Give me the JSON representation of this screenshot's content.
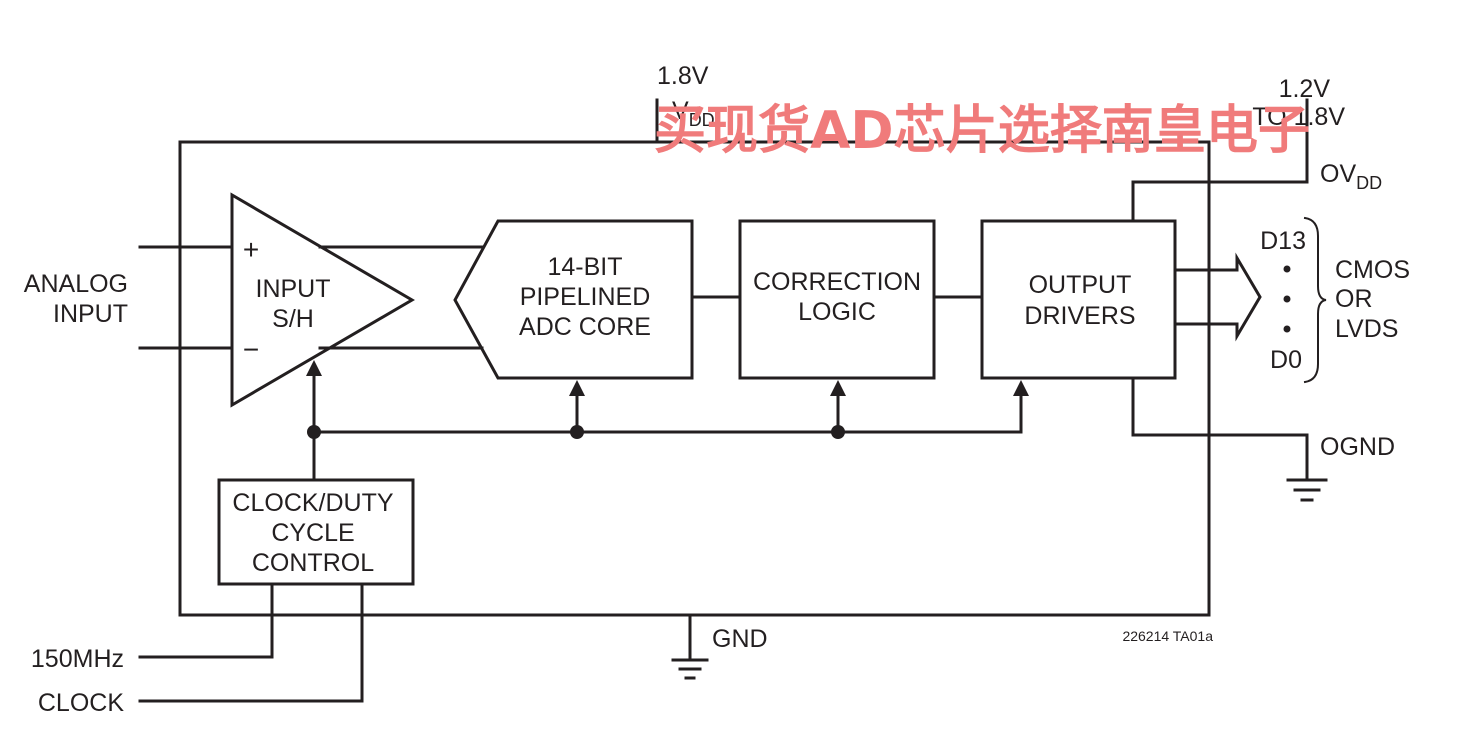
{
  "supply": {
    "vdd_voltage": "1.8V",
    "vdd_name": "V",
    "vdd_sub": "DD",
    "ovdd_range_top": "1.2V",
    "ovdd_range_bottom": "TO 1.8V",
    "ovdd_name": "OV",
    "ovdd_sub": "DD",
    "gnd": "GND",
    "ognd": "OGND"
  },
  "inputs": {
    "analog_line1": "ANALOG",
    "analog_line2": "INPUT",
    "plus": "+",
    "minus": "−",
    "clock_freq": "150MHz",
    "clock": "CLOCK"
  },
  "blocks": {
    "sample_hold": [
      "INPUT",
      "S/H"
    ],
    "adc_core": [
      "14-BIT",
      "PIPELINED",
      "ADC CORE"
    ],
    "correction": [
      "CORRECTION",
      "LOGIC"
    ],
    "output_drivers": [
      "OUTPUT",
      "DRIVERS"
    ],
    "clock_control": [
      "CLOCK/DUTY",
      "CYCLE",
      "CONTROL"
    ]
  },
  "outputs": {
    "msb": "D13",
    "lsb": "D0",
    "format": [
      "CMOS",
      "OR",
      "LVDS"
    ]
  },
  "figure_id": "226214 TA01a",
  "watermark": "买现货AD芯片选择南皇电子",
  "colors": {
    "line": "#231f20",
    "watermark": "#f07b7b"
  }
}
